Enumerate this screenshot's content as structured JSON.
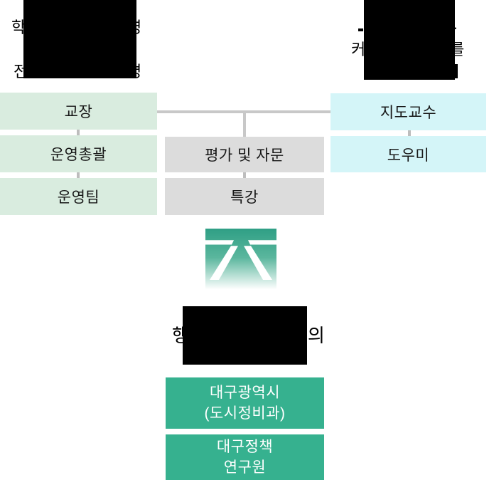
{
  "palette": {
    "light_green_box": "#d9ecdf",
    "pale_cyan_box": "#d4f5f8",
    "gray_box": "#dcdcdc",
    "teal_box": "#36b18f",
    "connector_gray": "#c8c8c8",
    "logo_green": "#2f9f85",
    "redaction_black": "#000000"
  },
  "notes": {
    "top_left": {
      "line1_start": "학",
      "line1_end": "영",
      "line3_start": "전",
      "line3_end": "명"
    },
    "top_right": {
      "line1_end": "·",
      "line2_start": "커",
      "line2_end": "를"
    }
  },
  "boxes": {
    "principal": "교장",
    "ops_lead": "운영총괄",
    "ops_team": "운영팀",
    "eval_advisory": "평가 및 자문",
    "special_lecture": "특강",
    "advisor": "지도교수",
    "helper": "도우미"
  },
  "center_title": {
    "start": "행",
    "end": "의"
  },
  "partners": [
    {
      "line1": "대구광역시",
      "line2": "(도시정비과)"
    },
    {
      "line1": "대구정책",
      "line2": "연구원"
    }
  ]
}
